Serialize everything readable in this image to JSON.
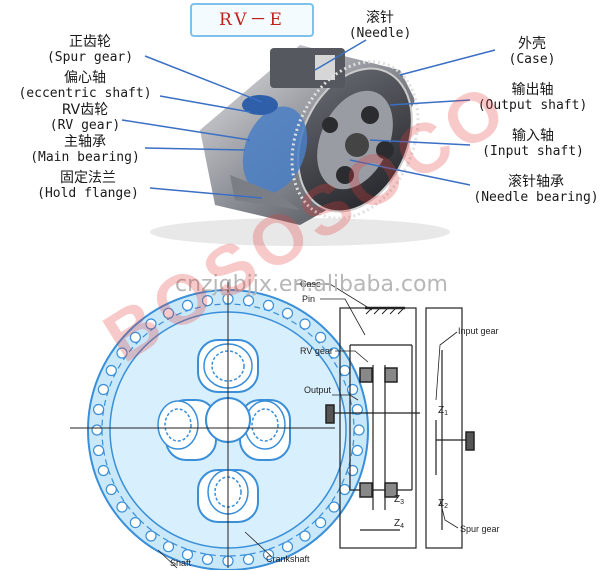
{
  "title": "RV－E",
  "labels": {
    "spur_gear": {
      "zh": "正齿轮",
      "en": "(Spur gear)"
    },
    "eccentric_shaft": {
      "zh": "偏心轴",
      "en": "(eccentric shaft)"
    },
    "rv_gear": {
      "zh": "RV齿轮",
      "en": "(RV gear)"
    },
    "main_bearing": {
      "zh": "主轴承",
      "en": "(Main bearing)"
    },
    "hold_flange": {
      "zh": "固定法兰",
      "en": "(Hold flange)"
    },
    "needle": {
      "zh": "滚针",
      "en": "(Needle)"
    },
    "case": {
      "zh": "外壳",
      "en": "(Case)"
    },
    "output_shaft": {
      "zh": "输出轴",
      "en": "(Output shaft)"
    },
    "input_shaft": {
      "zh": "输入轴",
      "en": "(Input shaft)"
    },
    "needle_bearing": {
      "zh": "滚针轴承",
      "en": "(Needle bearing)"
    }
  },
  "schematic": {
    "case": "Case",
    "pin": "Pin",
    "rv_gear": "RV gear",
    "output": "Output",
    "input_gear": "Input gear",
    "spur_gear": "Spur gear",
    "shaft": "Shaft",
    "crankshaft": "Crankshaft",
    "z1": "Z",
    "z1_sub": "1",
    "z2": "Z",
    "z2_sub": "2",
    "z3": "Z",
    "z3_sub": "3",
    "z4": "Z",
    "z4_sub": "4"
  },
  "watermark": {
    "url": "cnzjgbjjx.en.alibaba.com",
    "brand": "BOSOSOCO"
  },
  "colors": {
    "accent_blue": "#3a8fd8",
    "light_blue": "#c9e9fb",
    "red": "#c0201a"
  }
}
